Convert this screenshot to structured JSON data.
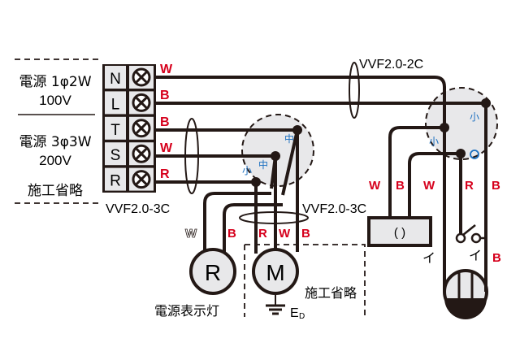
{
  "colors": {
    "wire": "#231815",
    "label_red": "#d6001c",
    "label_blue": "#1a6fc0",
    "box_fill": "#e8e8ea"
  },
  "power_source": {
    "single_phase": {
      "line1": "電源 1φ2W",
      "line2": "100V"
    },
    "three_phase": {
      "line1": "電源 3φ3W",
      "line2": "200V"
    },
    "omitted": "施工省略"
  },
  "terminals": [
    {
      "name": "N",
      "wire_color": "W"
    },
    {
      "name": "L",
      "wire_color": "B"
    },
    {
      "name": "T",
      "wire_color": "B"
    },
    {
      "name": "S",
      "wire_color": "W"
    },
    {
      "name": "R",
      "wire_color": "R"
    }
  ],
  "cables": {
    "left_3c": "VVF2.0-3C",
    "motor_3c": "VVF2.0-3C",
    "top_2c": "VVF2.0-2C"
  },
  "junction_left": {
    "labels": [
      "中",
      "中",
      "小"
    ]
  },
  "junction_right": {
    "labels": [
      "小",
      "小",
      "○"
    ]
  },
  "wire_labels_left": {
    "lamp_w": "W",
    "lamp_b": "B",
    "motor_r": "R",
    "motor_w": "W",
    "motor_b": "B"
  },
  "wire_labels_right": {
    "outlet_w": "W",
    "outlet_b": "B",
    "light_w": "W",
    "switch_r": "R",
    "light_b": "B",
    "switch_b": "B"
  },
  "devices": {
    "indicator_lamp": {
      "symbol": "R",
      "label": "電源表示灯"
    },
    "motor": {
      "symbol": "M",
      "omitted": "施工省略",
      "ground": "E",
      "ground_sub": "D"
    },
    "outlet": {
      "symbol": "( )",
      "label": "イ"
    },
    "switch": {
      "label": "イ"
    }
  }
}
